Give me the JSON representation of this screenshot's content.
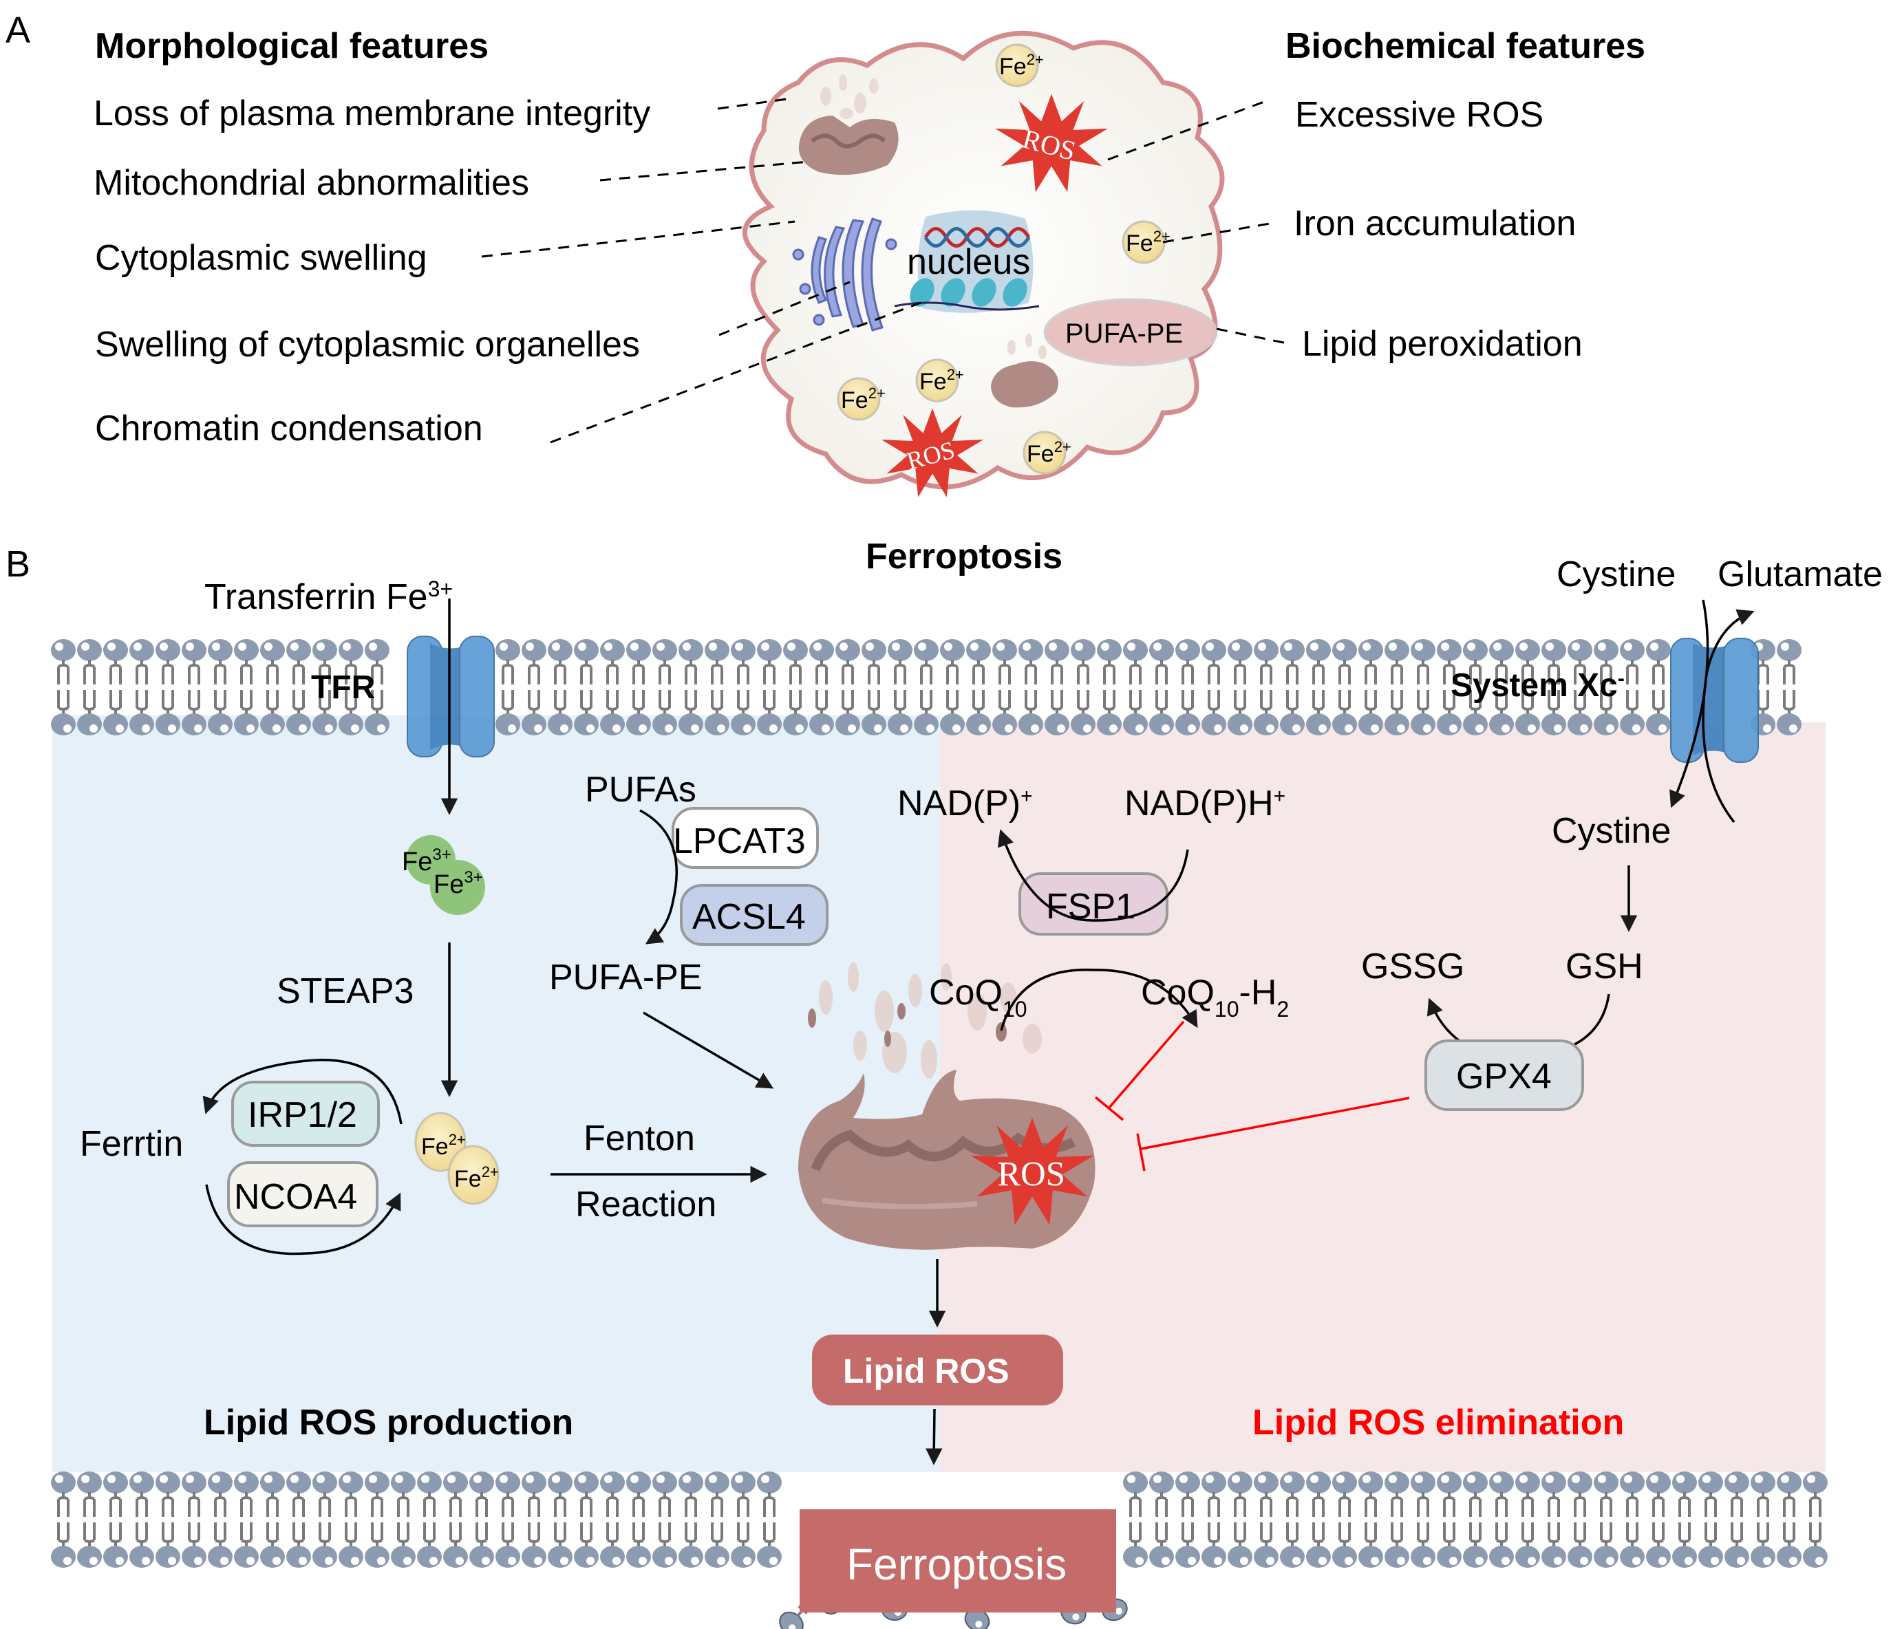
{
  "panel_a": {
    "label": "A",
    "morph_header": "Morphological features",
    "bio_header": "Biochemical features",
    "morph_items": [
      "Loss of plasma membrane integrity",
      "Mitochondrial abnormalities",
      "Cytoplasmic swelling",
      "Swelling of cytoplasmic organelles",
      "Chromatin condensation"
    ],
    "bio_items": [
      "Excessive ROS",
      "Iron accumulation",
      "Lipid peroxidation"
    ],
    "cell": {
      "nucleus_label": "nucleus",
      "pufa_pe_label": "PUFA-PE",
      "ros_label": "ROS",
      "iron_label": "Fe",
      "iron_charge": "2+"
    },
    "caption": "Ferroptosis"
  },
  "panel_b": {
    "label": "B",
    "transferrin": {
      "text": "Transferrin Fe",
      "sup": "3+"
    },
    "tfr_label": "TFR",
    "fe3_label": "Fe",
    "fe3_charge": "3+",
    "fe2_label": "Fe",
    "fe2_charge": "2+",
    "steap3": "STEAP3",
    "ferritin": "Ferrtin",
    "irp": "IRP1/2",
    "ncoa4": "NCOA4",
    "fenton": "Fenton",
    "reaction": "Reaction",
    "pufas": "PUFAs",
    "lpcat3": "LPCAT3",
    "acsl4": "ACSL4",
    "pufa_pe": "PUFA-PE",
    "nadp_plus": {
      "text": "NAD(P)",
      "sup": "+"
    },
    "nadph": {
      "text": "NAD(P)H",
      "sup": "+"
    },
    "fsp1": "FSP1",
    "coq10": {
      "text": "CoQ",
      "sub": "10"
    },
    "coq10h2": {
      "text": "CoQ",
      "sub": "10",
      "mid": "-H",
      "sub2": "2"
    },
    "ros": "ROS",
    "cystine_out": "Cystine",
    "glutamate": "Glutamate",
    "system_xc": {
      "text": "System Xc",
      "sup": "-"
    },
    "cystine_in": "Cystine",
    "gsh": "GSH",
    "gssg": "GSSG",
    "gpx4": "GPX4",
    "lipid_ros": "Lipid ROS",
    "ferroptosis": "Ferroptosis",
    "production_label": "Lipid ROS production",
    "elimination_label": "Lipid ROS elimination"
  },
  "colors": {
    "production_bg": "#e5f0f9",
    "elimination_bg": "#f6e8e9",
    "lipid_head": "#8d9bb0",
    "channel": "#5b9bd5",
    "outcome_box": "#c56b6a",
    "inhibition": "#ff0000",
    "ros_star": "#e03a30",
    "fe2_fill": "#f4e2a8",
    "fe3_fill": "#8fc57a"
  }
}
